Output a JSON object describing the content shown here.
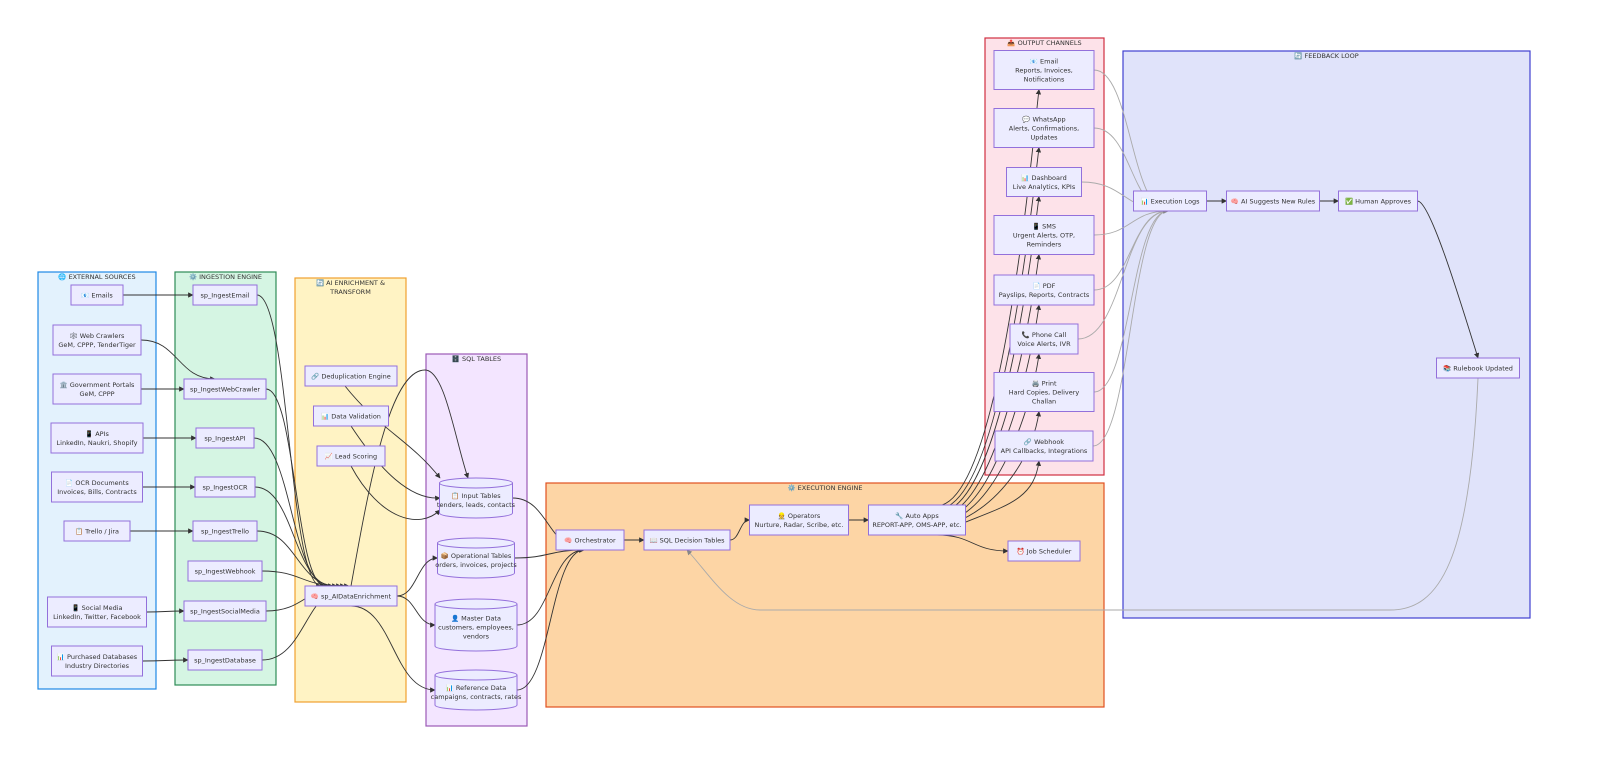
{
  "clusters": [
    {
      "id": "ext",
      "title": "🌐 EXTERNAL SOURCES",
      "fill": "#e3f2fd",
      "stroke": "#1e88e5"
    },
    {
      "id": "ing",
      "title": "⚙️ INGESTION ENGINE",
      "fill": "#d5f5e3",
      "stroke": "#2e8b57"
    },
    {
      "id": "ai",
      "title_lines": [
        "🔄 AI ENRICHMENT &",
        "TRANSFORM"
      ],
      "fill": "#fff3c4",
      "stroke": "#f0a030"
    },
    {
      "id": "sql",
      "title": "🗄️ SQL TABLES",
      "fill": "#f3e5ff",
      "stroke": "#9b59b6"
    },
    {
      "id": "exec",
      "title": "⚙️ EXECUTION ENGINE",
      "fill": "#fdd5a5",
      "stroke": "#e05020"
    },
    {
      "id": "out",
      "title": "📤 OUTPUT CHANNELS",
      "fill": "#fde2e9",
      "stroke": "#d03040"
    },
    {
      "id": "fb",
      "title": "🔄 FEEDBACK LOOP",
      "fill": "#e0e3fa",
      "stroke": "#4040d0"
    }
  ],
  "nodes": {
    "emails": [
      "📧 Emails"
    ],
    "crawlers": [
      "🕸️ Web Crawlers",
      "GeM, CPPP, TenderTiger"
    ],
    "gov": [
      "🏛️ Government Portals",
      "GeM, CPPP"
    ],
    "apis": [
      "📱 APIs",
      "LinkedIn, Naukri, Shopify"
    ],
    "ocr": [
      "📄 OCR Documents",
      "Invoices, Bills, Contracts"
    ],
    "trello": [
      "📋 Trello / Jira"
    ],
    "social": [
      "📱 Social Media",
      "LinkedIn, Twitter, Facebook"
    ],
    "purchased": [
      "📊 Purchased Databases",
      "Industry Directories"
    ],
    "s_email": [
      "sp_IngestEmail"
    ],
    "s_web": [
      "sp_IngestWebCrawler"
    ],
    "s_api": [
      "sp_IngestAPI"
    ],
    "s_ocr": [
      "sp_IngestOCR"
    ],
    "s_trello": [
      "sp_IngestTrello"
    ],
    "s_webhook": [
      "sp_IngestWebhook"
    ],
    "s_social": [
      "sp_IngestSocialMedia"
    ],
    "s_db": [
      "sp_IngestDatabase"
    ],
    "dedup": [
      "🔗 Deduplication Engine"
    ],
    "valid": [
      "📊 Data Validation"
    ],
    "lead": [
      "📈 Lead Scoring"
    ],
    "aienr": [
      "🧠 sp_AIDataEnrichment"
    ],
    "input": [
      "📋 Input Tables",
      "tenders, leads, contacts"
    ],
    "oper": [
      "📦 Operational Tables",
      "orders, invoices, projects"
    ],
    "master": [
      "👤 Master Data",
      "customers, employees,",
      "vendors"
    ],
    "ref": [
      "📊 Reference Data",
      "campaigns, contracts, rates"
    ],
    "orch": [
      "🧠 Orchestrator"
    ],
    "sqldec": [
      "📖 SQL Decision Tables"
    ],
    "operators": [
      "👷 Operators",
      "Nurture, Radar, Scribe, etc."
    ],
    "auto": [
      "🔧 Auto Apps",
      "REPORT-APP, OMS-APP, etc."
    ],
    "job": [
      "⏰ Job Scheduler"
    ],
    "o_email": [
      "📧 Email",
      "Reports, Invoices,",
      "Notifications"
    ],
    "o_wa": [
      "💬 WhatsApp",
      "Alerts, Confirmations,",
      "Updates"
    ],
    "o_dash": [
      "📊 Dashboard",
      "Live Analytics, KPIs"
    ],
    "o_sms": [
      "📱 SMS",
      "Urgent Alerts, OTP,",
      "Reminders"
    ],
    "o_pdf": [
      "📄 PDF",
      "Payslips, Reports, Contracts"
    ],
    "o_phone": [
      "📞 Phone Call",
      "Voice Alerts, IVR"
    ],
    "o_print": [
      "🖨️ Print",
      "Hard Copies, Delivery",
      "Challan"
    ],
    "o_webhook": [
      "🔗 Webhook",
      "API Callbacks, Integrations"
    ],
    "logs": [
      "📊 Execution Logs"
    ],
    "aisug": [
      "🧠 AI Suggests New Rules"
    ],
    "human": [
      "✅ Human Approves"
    ],
    "rulebook": [
      "📚 Rulebook Updated"
    ]
  }
}
